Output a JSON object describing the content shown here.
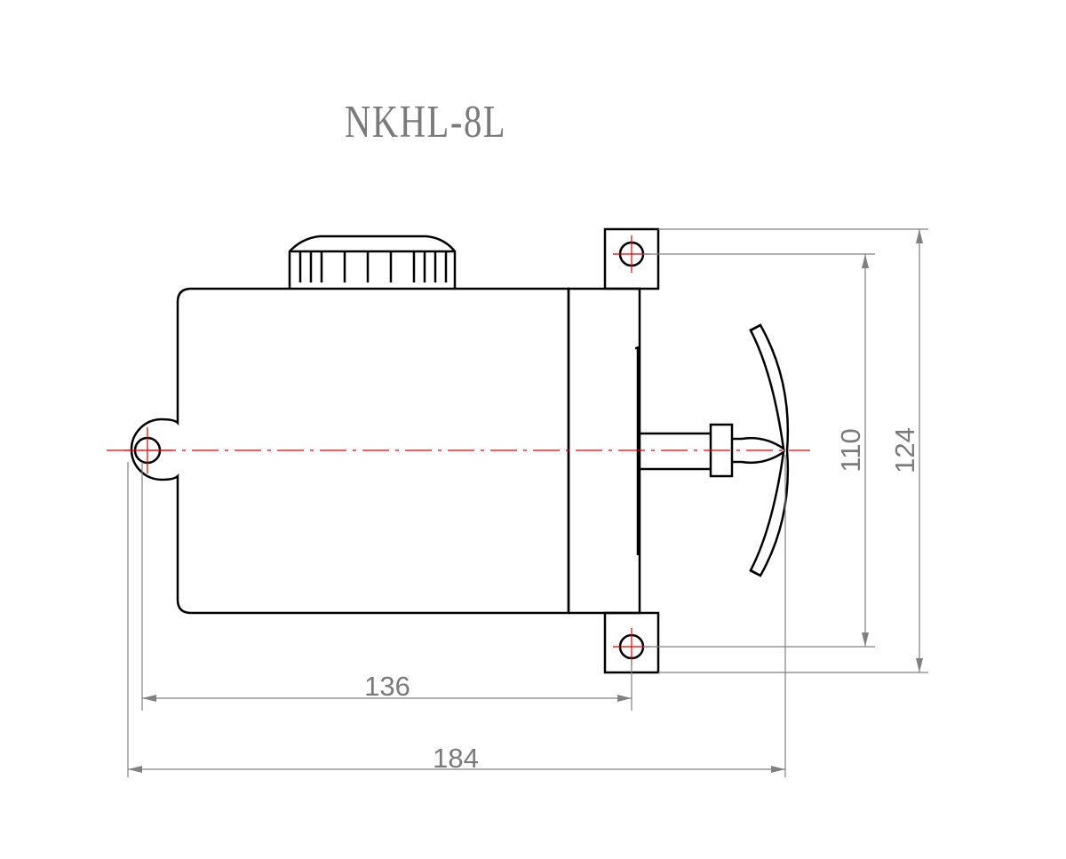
{
  "title": "NKHL-8L",
  "dimensions": {
    "width_hole_to_mount": "136",
    "overall_length": "184",
    "mount_hole_spacing": "110",
    "overall_height": "124"
  },
  "colors": {
    "outline": "#000000",
    "dimension": "#808080",
    "centerline": "#e00000",
    "title": "#7a7a7a"
  }
}
